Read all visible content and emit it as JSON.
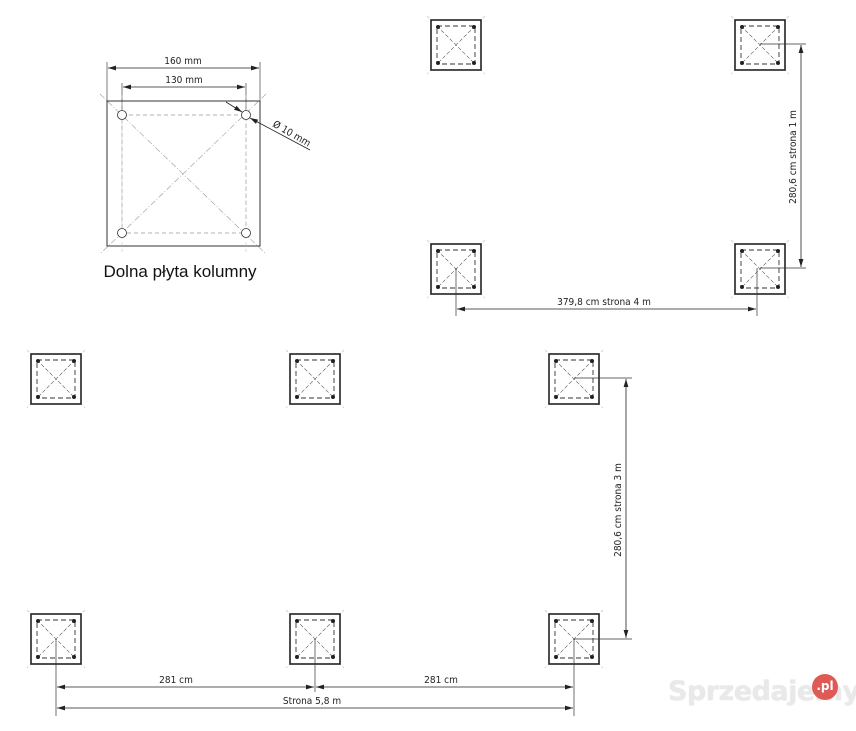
{
  "plate_detail": {
    "caption": "Dolna płyta kolumny",
    "dim_outer": "160 mm",
    "dim_inner": "130 mm",
    "dim_hole": "Ø 10 mm"
  },
  "layout_4_columns": {
    "dim_vertical": "280,6 cm strona 1 m",
    "dim_horizontal": "379,8 cm strona 4 m"
  },
  "layout_6_columns": {
    "dim_vertical": "280,6 cm strona 3 m",
    "dim_span_left": "281 cm",
    "dim_span_right": "281 cm",
    "dim_total": "Strona 5,8 m"
  },
  "watermark": {
    "brand": "Sprzedajemy",
    "badge": ".pl",
    "badge_color": "#e05a55"
  },
  "colors": {
    "line": "#2a2a2a",
    "dashed": "#555555",
    "background": "#ffffff"
  }
}
